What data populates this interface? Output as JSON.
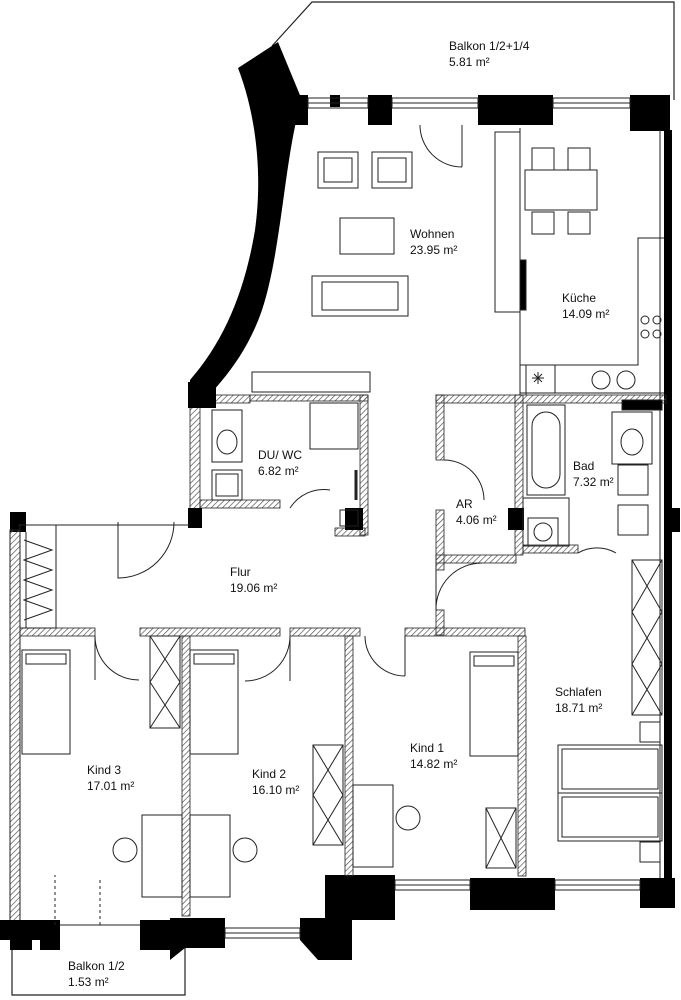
{
  "rooms": {
    "balkon_top": {
      "name": "Balkon 1/2+1/4",
      "area": "5.81 m²"
    },
    "wohnen": {
      "name": "Wohnen",
      "area": "23.95 m²"
    },
    "kueche": {
      "name": "Küche",
      "area": "14.09 m²"
    },
    "du_wc": {
      "name": "DU/ WC",
      "area": "6.82 m²"
    },
    "bad": {
      "name": "Bad",
      "area": "7.32 m²"
    },
    "ar": {
      "name": "AR",
      "area": "4.06 m²"
    },
    "flur": {
      "name": "Flur",
      "area": "19.06 m²"
    },
    "schlafen": {
      "name": "Schlafen",
      "area": "18.71 m²"
    },
    "kind1": {
      "name": "Kind 1",
      "area": "14.82 m²"
    },
    "kind2": {
      "name": "Kind 2",
      "area": "16.10 m²"
    },
    "kind3": {
      "name": "Kind 3",
      "area": "17.01 m²"
    },
    "balkon_bottom": {
      "name": "Balkon 1/2",
      "area": "1.53 m²"
    }
  },
  "colors": {
    "wall": "#000000",
    "line": "#222222",
    "hatch": "#666666",
    "background": "#ffffff"
  }
}
